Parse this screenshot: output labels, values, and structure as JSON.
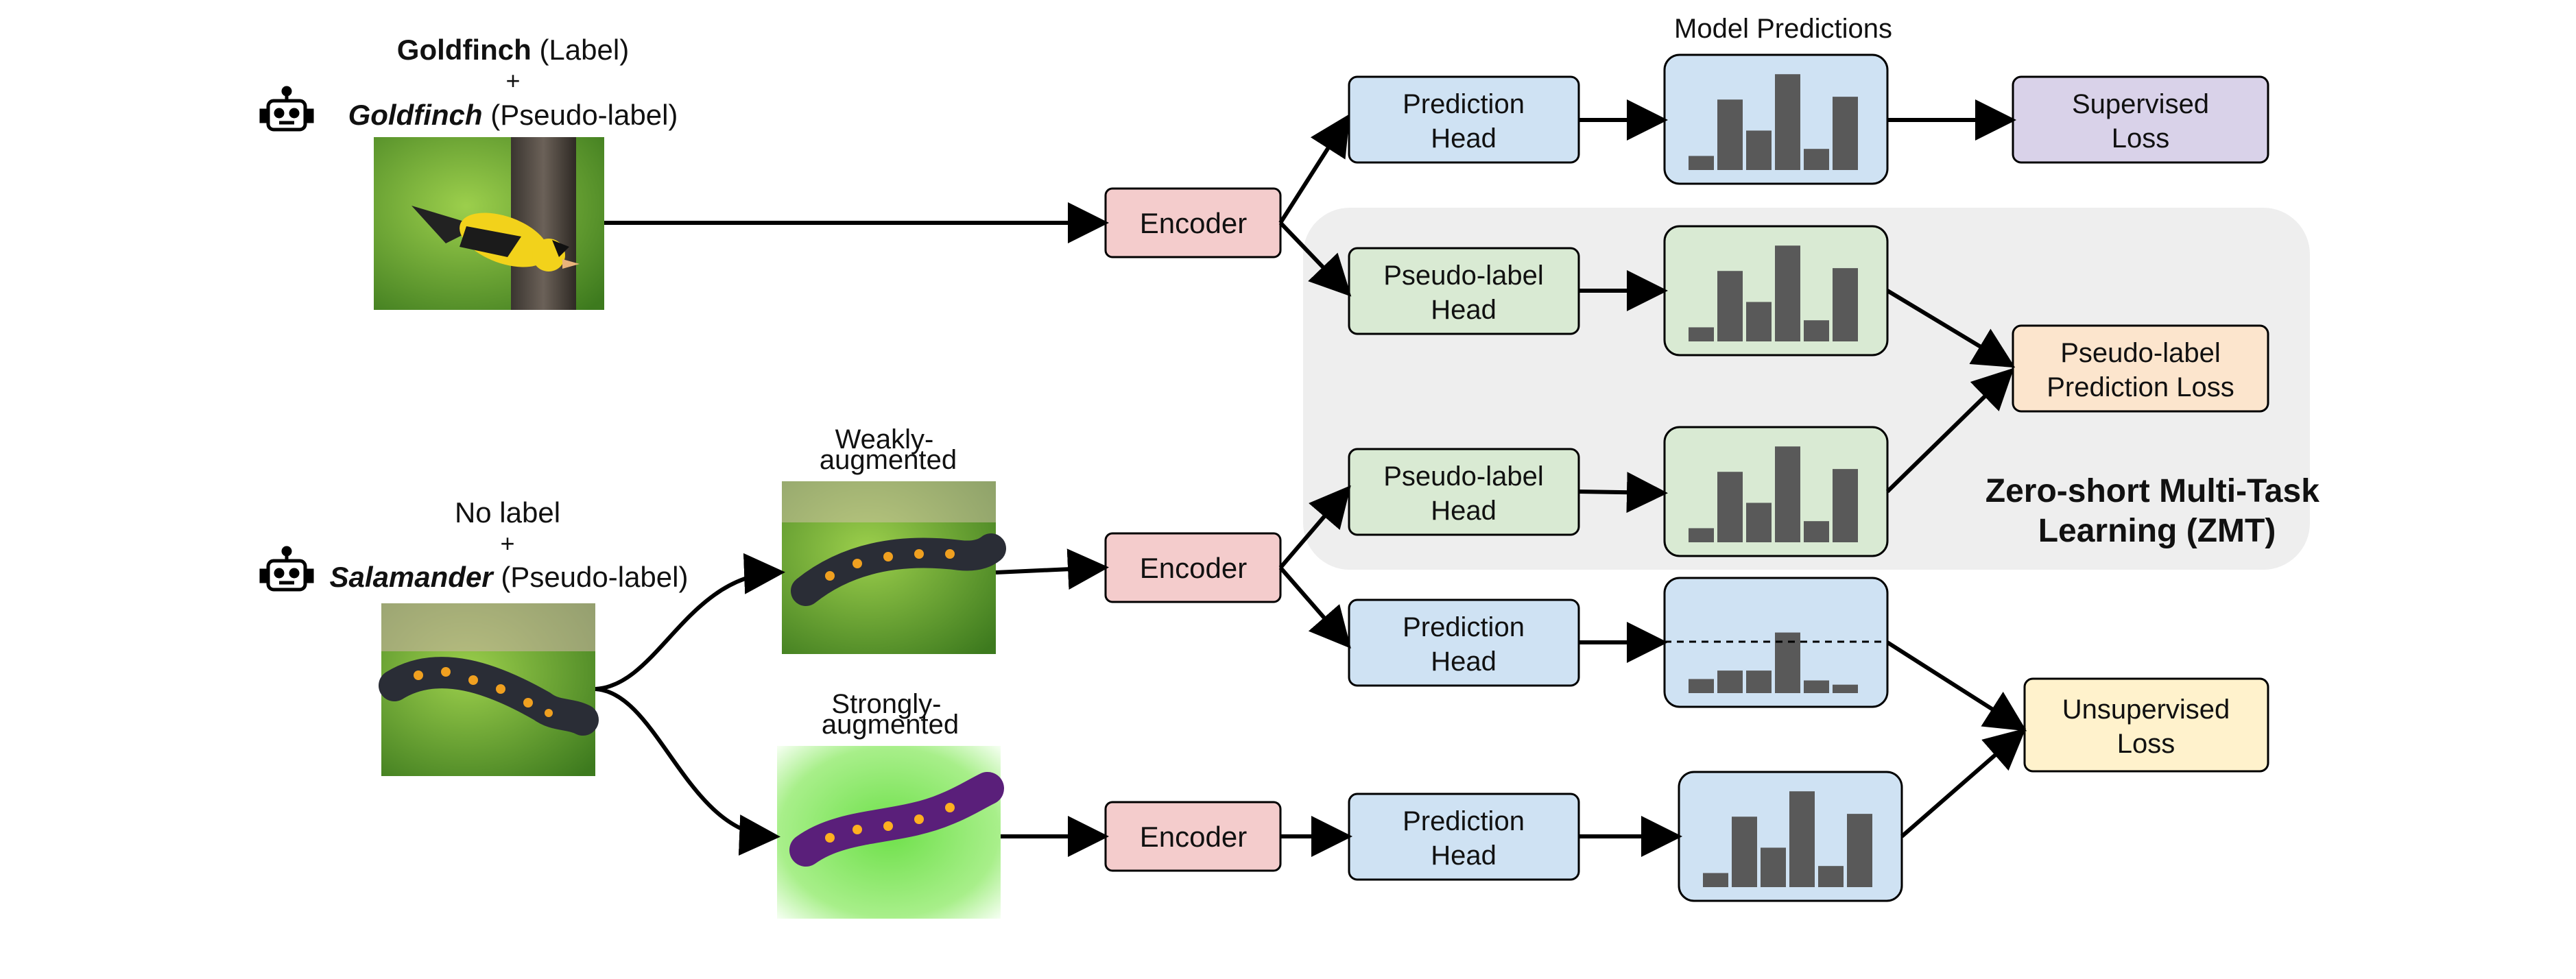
{
  "top_caption": {
    "label_bold": "Goldfinch",
    "label_rest": " (Label)",
    "plus": "+",
    "pseudo_bold": "Goldfinch",
    "pseudo_rest": " (Pseudo-label)"
  },
  "bottom_caption": {
    "line1": "No label",
    "plus": "+",
    "pseudo_bold": "Salamander",
    "pseudo_rest": " (Pseudo-label)"
  },
  "weak_label": [
    "Weakly-",
    "augmented"
  ],
  "strong_label": [
    "Strongly-",
    "augmented"
  ],
  "model_predictions_title": "Model Predictions",
  "encoder_label": "Encoder",
  "prediction_head_label": [
    "Prediction",
    "Head"
  ],
  "pseudo_head_label": [
    "Pseudo-label",
    "Head"
  ],
  "supervised_loss_label": [
    "Supervised",
    "Loss"
  ],
  "pseudo_loss_label": [
    "Pseudo-label",
    "Prediction Loss"
  ],
  "unsupervised_loss_label": [
    "Unsupervised",
    "Loss"
  ],
  "zmt_label": [
    "Zero-short Multi-Task",
    "Learning (ZMT)"
  ],
  "colors": {
    "encoder_fill": "#f4cccc",
    "head_blue": "#cfe2f3",
    "head_green": "#d9ead3",
    "supervised_fill": "#d9d2e9",
    "pseudo_loss_fill": "#fce5cd",
    "unsupervised_fill": "#fff2cc",
    "zmt_region": "#eeeeee",
    "bar": "#595959"
  },
  "histograms": {
    "h1": [
      1,
      5,
      2.8,
      6.8,
      1.5,
      5.2
    ],
    "h2": [
      1,
      5,
      2.8,
      6.8,
      1.5,
      5.2
    ],
    "h3": [
      1,
      5,
      2.8,
      6.8,
      1.5,
      5.2
    ],
    "h4": [
      1,
      1.6,
      1.6,
      4.3,
      0.9,
      0.6
    ],
    "h5": [
      1,
      5,
      2.8,
      6.8,
      1.5,
      5.2
    ]
  }
}
